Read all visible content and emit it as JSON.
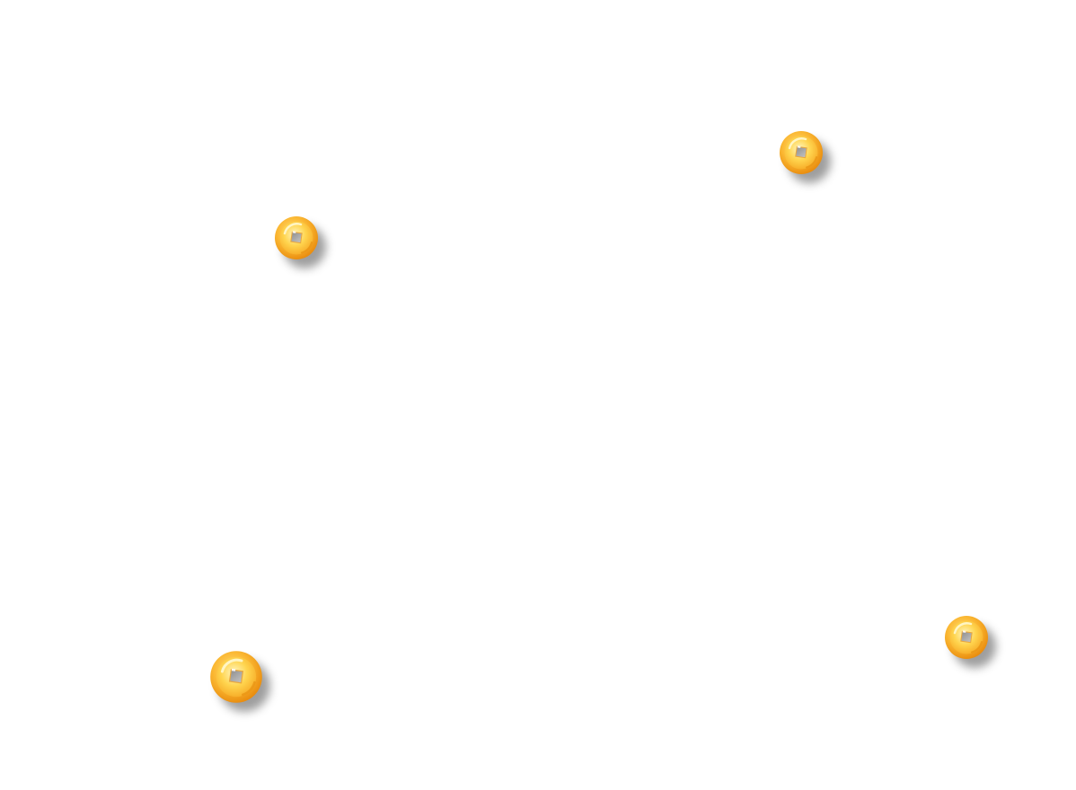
{
  "scene": {
    "background_color": "#ffffff",
    "coin_icon": "gold-coin-icon",
    "coin_colors": {
      "rim": "#f5a21a",
      "face": "#ffd24a",
      "highlight": "#fff3b0",
      "hole": "#a6a6a6"
    },
    "coins": [
      {
        "id": "coin-1"
      },
      {
        "id": "coin-2"
      },
      {
        "id": "coin-3"
      },
      {
        "id": "coin-4"
      }
    ]
  }
}
